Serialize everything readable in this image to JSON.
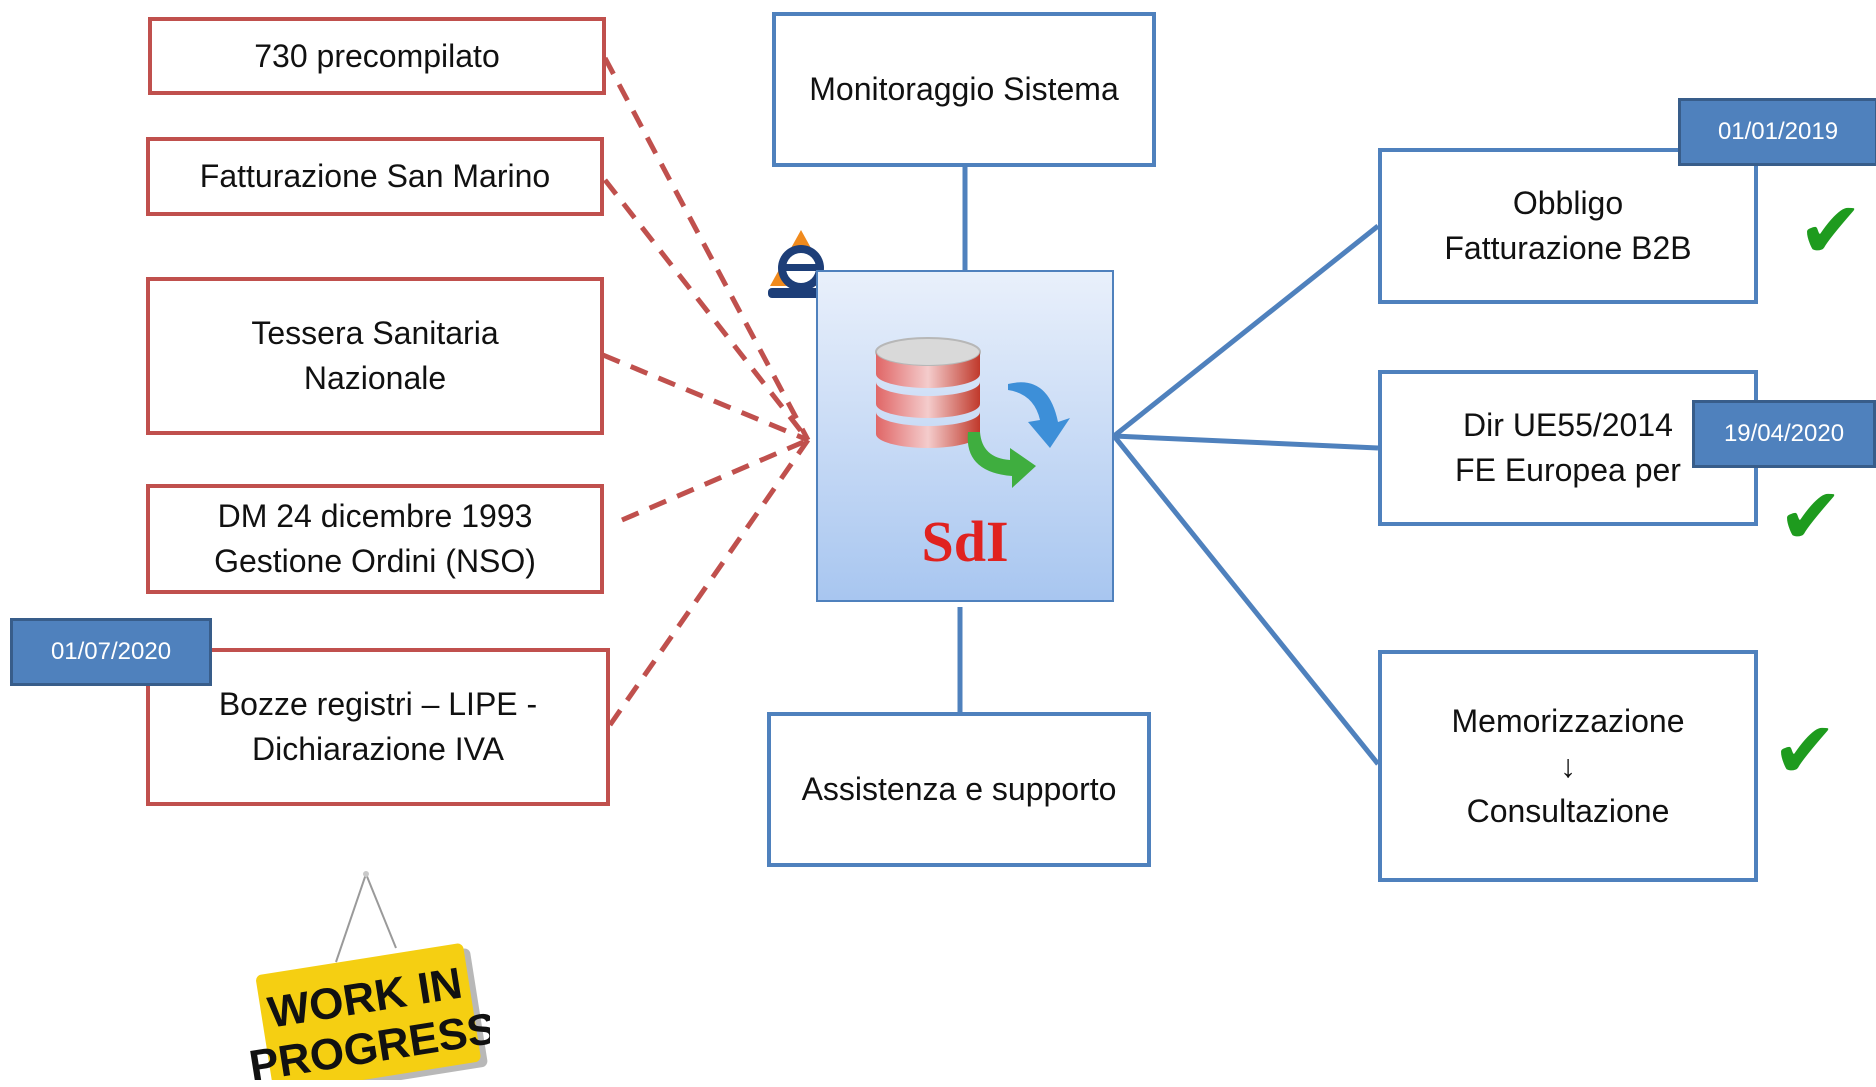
{
  "center": {
    "label": "SdI",
    "icon": "database-sync-icon",
    "logo": "agenzia-entrate-logo"
  },
  "left_items": [
    {
      "id": "730",
      "lines": [
        "730 precompilato"
      ]
    },
    {
      "id": "san-marino",
      "lines": [
        "Fatturazione San Marino"
      ]
    },
    {
      "id": "tessera",
      "lines": [
        "Tessera Sanitaria",
        "Nazionale"
      ]
    },
    {
      "id": "dm",
      "lines": [
        "DM 24 dicembre 1993",
        "Gestione Ordini (NSO)"
      ]
    },
    {
      "id": "bozze",
      "lines": [
        "Bozze registri – LIPE -",
        "Dichiarazione IVA"
      ],
      "date": "01/07/2020"
    }
  ],
  "top_item": {
    "lines": [
      "Monitoraggio Sistema"
    ]
  },
  "bottom_item": {
    "lines": [
      "Assistenza e supporto"
    ]
  },
  "right_items": [
    {
      "id": "b2b",
      "lines": [
        "Obbligo",
        "Fatturazione B2B"
      ],
      "date": "01/01/2019",
      "status_icon": "checkmark-icon"
    },
    {
      "id": "ue55",
      "lines": [
        "Dir UE55/2014",
        "FE Europea per"
      ],
      "date": "19/04/2020",
      "status_icon": "checkmark-icon"
    },
    {
      "id": "memo",
      "lines": [
        "Memorizzazione",
        "↓",
        "Consultazione"
      ],
      "status_icon": "checkmark-icon"
    }
  ],
  "sign": {
    "lines": [
      "WORK IN",
      "PROGRESS"
    ],
    "icon": "work-in-progress-sign-icon"
  },
  "colors": {
    "left_border": "#c0504d",
    "blue_border": "#4f81bd",
    "date_tag": "#4f81bd",
    "check": "#1e9b1e",
    "sdi_text": "#e0221f",
    "sign_yellow": "#f5cf12"
  }
}
